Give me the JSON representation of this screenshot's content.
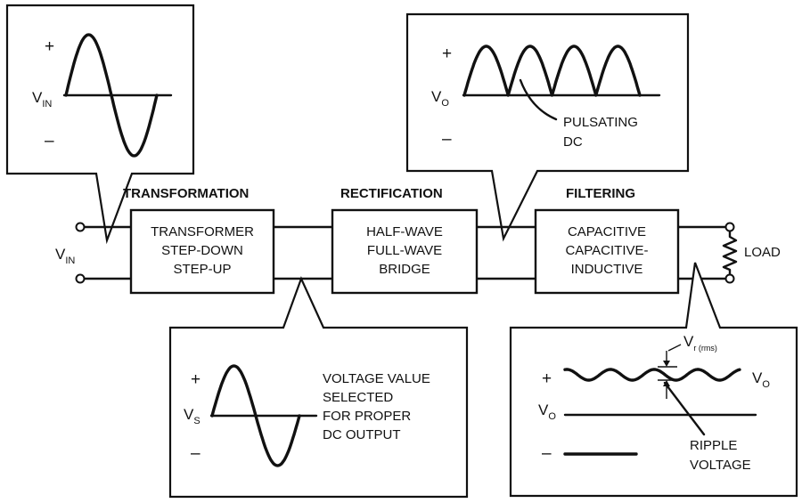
{
  "stages": {
    "transformation": {
      "heading": "TRANSFORMATION",
      "lines": [
        "TRANSFORMER",
        "STEP-DOWN",
        "STEP-UP"
      ]
    },
    "rectification": {
      "heading": "RECTIFICATION",
      "lines": [
        "HALF-WAVE",
        "FULL-WAVE",
        "BRIDGE"
      ]
    },
    "filtering": {
      "heading": "FILTERING",
      "lines": [
        "CAPACITIVE",
        "CAPACITIVE-",
        "INDUCTIVE"
      ]
    }
  },
  "input": {
    "symbol": "V",
    "subscript": "IN"
  },
  "load": {
    "label": "LOAD"
  },
  "callouts": {
    "input_wave": {
      "plus": "+",
      "minus": "–",
      "symbol": "V",
      "subscript": "IN"
    },
    "pulsating": {
      "plus": "+",
      "minus": "–",
      "symbol": "V",
      "subscript": "O",
      "note_lines": [
        "PULSATING",
        "DC"
      ]
    },
    "secondary": {
      "plus": "+",
      "minus": "–",
      "symbol": "V",
      "subscript": "S",
      "note_lines": [
        "VOLTAGE VALUE",
        "SELECTED",
        "FOR PROPER",
        "DC OUTPUT"
      ]
    },
    "ripple": {
      "plus": "+",
      "minus": "–",
      "axis_symbol": "V",
      "axis_subscript": "O",
      "wave_symbol": "V",
      "wave_subscript": "O",
      "vr_symbol": "V",
      "vr_subscript": "r (rms)",
      "note_lines": [
        "RIPPLE",
        "VOLTAGE"
      ]
    }
  }
}
